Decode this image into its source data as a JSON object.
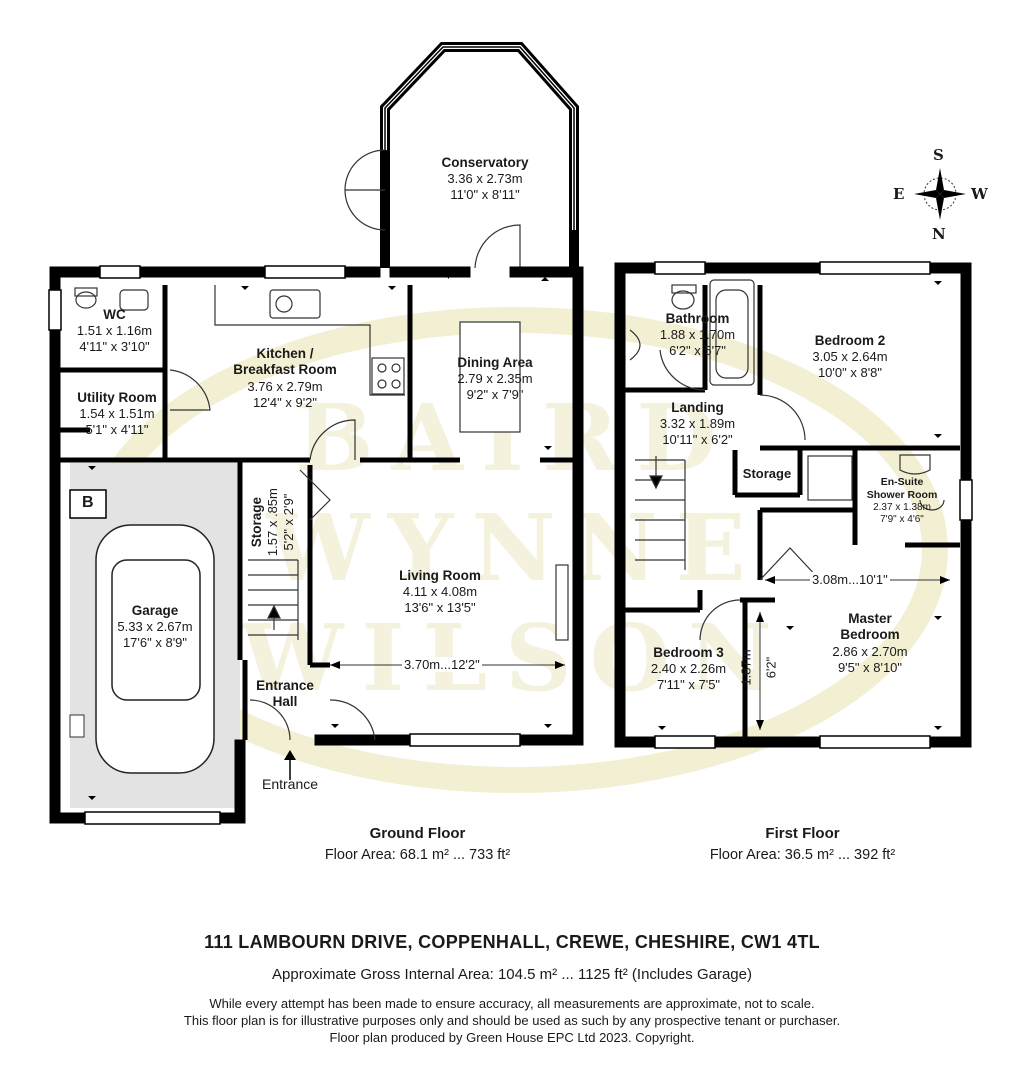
{
  "ground_floor": {
    "title": "Ground Floor",
    "area": "Floor Area: 68.1 m² ... 733 ft²",
    "rooms": {
      "conservatory": {
        "name": "Conservatory",
        "metric": "3.36 x 2.73m",
        "imperial": "11'0\" x 8'11\""
      },
      "wc": {
        "name": "WC",
        "metric": "1.51 x 1.16m",
        "imperial": "4'11\" x 3'10\""
      },
      "utility": {
        "name": "Utility Room",
        "metric": "1.54 x 1.51m",
        "imperial": "5'1\" x 4'11\""
      },
      "kitchen": {
        "name": "Kitchen /\nBreakfast Room",
        "name_line1": "Kitchen /",
        "name_line2": "Breakfast Room",
        "metric": "3.76 x 2.79m",
        "imperial": "12'4\" x 9'2\""
      },
      "dining": {
        "name": "Dining Area",
        "metric": "2.79 x 2.35m",
        "imperial": "9'2\" x 7'9\""
      },
      "storage": {
        "name": "Storage",
        "metric": "1.57 x .85m",
        "imperial": "5'2\" x 2'9\""
      },
      "living": {
        "name": "Living Room",
        "metric": "4.11 x 4.08m",
        "imperial": "13'6\" x 13'5\""
      },
      "garage": {
        "name": "Garage",
        "metric": "5.33 x 2.67m",
        "imperial": "17'6\" x 8'9\""
      },
      "hall": {
        "name_line1": "Entrance",
        "name_line2": "Hall"
      }
    },
    "living_dim": "3.70m...12'2\"",
    "entrance": "Entrance",
    "boiler_marker": "B"
  },
  "first_floor": {
    "title": "First Floor",
    "area": "Floor Area: 36.5 m² ... 392 ft²",
    "rooms": {
      "bathroom": {
        "name": "Bathroom",
        "metric": "1.88 x 1.70m",
        "imperial": "6'2\" x 5'7\""
      },
      "bedroom2": {
        "name": "Bedroom 2",
        "metric": "3.05 x 2.64m",
        "imperial": "10'0\" x 8'8\""
      },
      "landing": {
        "name": "Landing",
        "metric": "3.32 x 1.89m",
        "imperial": "10'11\" x 6'2\""
      },
      "storage": {
        "name": "Storage"
      },
      "ensuite": {
        "name_line1": "En-Suite",
        "name_line2": "Shower Room",
        "metric": "2.37 x 1.38m",
        "imperial": "7'9\" x 4'6\""
      },
      "master": {
        "name_line1": "Master",
        "name_line2": "Bedroom",
        "metric": "2.86 x 2.70m",
        "imperial": "9'5\" x 8'10\""
      },
      "bedroom3": {
        "name": "Bedroom 3",
        "metric": "2.40 x 2.26m",
        "imperial": "7'11\" x 7'5\""
      }
    },
    "master_dim": "3.08m...10'1\"",
    "bed3_dim_metric": "1.87m",
    "bed3_dim_imperial": "6'2\""
  },
  "compass": {
    "north": "N",
    "south": "S",
    "east": "E",
    "west": "W"
  },
  "watermark": "BAIRD WYNNE WILSON",
  "address": "111 LAMBOURN DRIVE, COPPENHALL, CREWE, CHESHIRE, CW1 4TL",
  "gross_area": "Approximate Gross Internal Area: 104.5 m² ... 1125 ft² (Includes Garage)",
  "disclaimer": [
    "While every attempt has been made to ensure accuracy, all measurements are approximate, not to scale.",
    "This floor plan is for illustrative purposes only and should be used as such by any prospective tenant or purchaser.",
    "Floor plan produced by Green House EPC Ltd 2023. Copyright."
  ],
  "colors": {
    "wall": "#000000",
    "garage_fill": "#e3e3e3",
    "watermark": "#f3efd2"
  }
}
